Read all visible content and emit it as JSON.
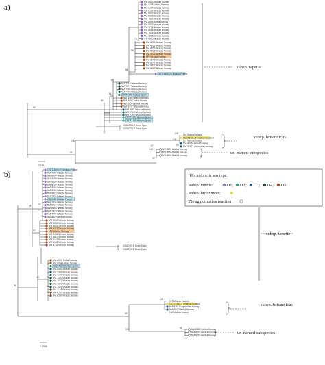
{
  "panels": [
    "a)",
    "b)"
  ],
  "colors": {
    "O1": "#8e6cc0",
    "O2": "#2a9d8f",
    "O3": "#1f5f7a",
    "O4": "#1b4332",
    "O5": "#9c4a1a",
    "britannicus": "#e8d84a",
    "highlight_blue": "#bfe3ee",
    "highlight_orange": "#f3c79a",
    "highlight_yellow": "#f6e77a"
  },
  "panel_a": {
    "scale_label": "0.001",
    "groups": {
      "tapetis_label": "subsp. tapetis",
      "britannicus_label": "subsp. britannicus",
      "unnamed_label": "un-named subspecies"
    },
    "taxa_tapetis": [
      {
        "label": "NVI-8824 Wrasse Norway",
        "serotype": "O1"
      },
      {
        "label": "NVI-8188 Halibut Norway",
        "serotype": "O1"
      },
      {
        "label": "NVI-9104 Wrasse Norway",
        "serotype": "O1"
      },
      {
        "label": "NVI-8169 Wrasse Norway",
        "serotype": "O1"
      },
      {
        "label": "NVI-8603 Wrasse Norway",
        "serotype": "O1"
      },
      {
        "label": "NVI-8598 Wrasse Norway",
        "serotype": "O1"
      },
      {
        "label": "NVI-7834 Wrasse Norway",
        "serotype": "O1"
      },
      {
        "label": "NVI-8896 Turbot Norway",
        "serotype": "O1"
      },
      {
        "label": "NVI-8828 Wrasse Norway",
        "serotype": "O1"
      },
      {
        "label": "NVI-7706 Wrasse Norway",
        "serotype": "O1"
      },
      {
        "label": "NVI-8666 Wrasse Norway",
        "serotype": "O1"
      },
      {
        "label": "NVI-7838 Wrasse Norway",
        "serotype": "O1"
      },
      {
        "label": "NVI-7878 Wrasse Norway",
        "serotype": "O1"
      },
      {
        "label": "NVI-8815 Wrasse Norway",
        "serotype": "O1"
      },
      {
        "label": "NVI-8994 Wrasse Norway",
        "serotype": "O5"
      },
      {
        "label": "NVI-8119 Wrasse Norway",
        "serotype": "O5"
      },
      {
        "label": "NVI-8156 Wrasse Norway",
        "serotype": "O5"
      },
      {
        "label": "NVI-8138 Wrasse Norway",
        "serotype": "O5"
      },
      {
        "label": "NVI-9172 Wrasse Norway",
        "serotype": "O5"
      },
      {
        "label": "LP2 Wrasse Norway",
        "serotype": "O5"
      },
      {
        "label": "NVI-8049 Wrasse Norway",
        "serotype": "O5"
      },
      {
        "label": "NVI-8741 Wrasse Norway",
        "serotype": "O5"
      },
      {
        "label": "NVI-8632 Wrasse Norway",
        "serotype": "O5"
      },
      {
        "label": "NVI-8610 Wrasse Norway",
        "serotype": "O5"
      },
      {
        "label": "CECT4600 (T) Mollusc France",
        "serotype": "O1"
      },
      {
        "label": "NVI-7303 Wrasse Norway",
        "serotype": "O4"
      },
      {
        "label": "NVI-7077 Wrasse Norway",
        "serotype": "O4"
      },
      {
        "label": "NVI-7399 Wrasse Norway",
        "serotype": "O4"
      },
      {
        "label": "NVI-7401 Wrasse Norway",
        "serotype": "O4"
      },
      {
        "label": "CECT4170 Mollusc Spain",
        "serotype": "O2"
      },
      {
        "label": "NVI-8080 Wrasse Norway",
        "serotype": "O5"
      },
      {
        "label": "NVI-8090 Turbot Norway",
        "serotype": "O5"
      },
      {
        "label": "NVI-8954 Halibut Norway",
        "serotype": "O5"
      },
      {
        "label": "NVI-8137 Wrasse Norway",
        "serotype": "O5"
      },
      {
        "label": "NVI-8581 Wrasse Norway",
        "serotype": "O3"
      },
      {
        "label": "NVI-7300 Wrasse Norway",
        "serotype": "O3"
      },
      {
        "label": "NVI-7190 Wrasse Norway",
        "serotype": "O3"
      },
      {
        "label": "CECT4170 Mollusc Spain",
        "serotype": "O2"
      },
      {
        "label": "CECT4170 Mollusc Spain",
        "serotype": "O2"
      },
      {
        "label": "C0620701R Drum Spain",
        "serotype": ""
      },
      {
        "label": "C0620701R Drum Spain",
        "serotype": ""
      }
    ],
    "taxa_britannicus": [
      {
        "label": "102 Mollusc Ireland",
        "serotype": ""
      },
      {
        "label": "CECT8161 (T) Halibut Scotland",
        "serotype": "britannicus"
      },
      {
        "label": "127 Mollusc Ireland",
        "serotype": ""
      },
      {
        "label": "NVI-8836 Halibut Norway",
        "serotype": "O3"
      },
      {
        "label": "NVI-8157 Lumpsucker Norway",
        "serotype": "O3"
      }
    ],
    "taxa_unnamed": [
      {
        "label": "NVI-8831 Halibut Norway",
        "serotype": "none"
      },
      {
        "label": "NVI-8658 Halibut Norway",
        "serotype": "none"
      },
      {
        "label": "NVI-8834 Halibut Norway",
        "serotype": "none"
      }
    ],
    "bootstraps": [
      "78",
      "98",
      "88",
      "84",
      "81",
      "80",
      "100",
      "99",
      "97",
      "97",
      "88",
      "89",
      "100",
      "100",
      "100"
    ]
  },
  "panel_b": {
    "scale_label": "0.0005",
    "legend": {
      "title_italic": "Vibrio tapetis",
      "title_rest": " serotype:",
      "row1_prefix": "subsp. ",
      "row1_italic": "tapetis",
      "row1_suffix": ":",
      "o1": "O1;",
      "o2": "O2;",
      "o3": "O3;",
      "o4": "O4;",
      "o5": "O5",
      "row2_prefix": "subsp. ",
      "row2_italic": "britannicus",
      "row2_suffix": ":",
      "row3": "No agglutination reaction:"
    },
    "groups": {
      "tapetis_label": "subsp. tapetis",
      "britannicus_label": "subsp. britannicus",
      "unnamed_label": "un-named subspecies"
    },
    "taxa_tapetis_1": [
      {
        "label": "CECT 4600 (T) Mollusc France",
        "serotype": "O1"
      },
      {
        "label": "NVI-7306 Wrasse Norway",
        "serotype": "O1"
      },
      {
        "label": "NVI-8594 Wrasse Norway",
        "serotype": "O1"
      },
      {
        "label": "NVI-8188 Wrasse Norway",
        "serotype": "O1"
      },
      {
        "label": "NVI-8896 Wrasse Norway",
        "serotype": "O1"
      },
      {
        "label": "NVI-8169 Wrasse Norway",
        "serotype": "O1"
      },
      {
        "label": "NVI-8603 Wrasse Norway",
        "serotype": "O1"
      },
      {
        "label": "NVI-9104 Wrasse Norway",
        "serotype": "O1"
      },
      {
        "label": "NVI-8828 Wrasse Norway",
        "serotype": "O1"
      },
      {
        "label": "NVI-7838 Wrasse Norway",
        "serotype": "O1"
      },
      {
        "label": "CA02450 Mollusc France",
        "serotype": "O1"
      },
      {
        "label": "NVI-7834 Wrasse Norway",
        "serotype": "O1"
      },
      {
        "label": "NVI-8824 Wrasse Norway",
        "serotype": "O1"
      },
      {
        "label": "NVI-8666 Wrasse Norway",
        "serotype": "O1"
      },
      {
        "label": "NVI-7878 Wrasse Norway",
        "serotype": "O1"
      },
      {
        "label": "NVI-7706 Wrasse Norway",
        "serotype": "O1"
      },
      {
        "label": "NVI-8829 Halibut Norway",
        "serotype": "O1"
      }
    ],
    "taxa_tapetis_2": [
      {
        "label": "NVI-8049 Wrasse Norway",
        "serotype": "O5"
      },
      {
        "label": "NVI-8994 Wrasse Norway",
        "serotype": "O5"
      },
      {
        "label": "NVI-8632 Wrasse Norway",
        "serotype": "O5"
      },
      {
        "label": "NVI-9172 Wrasse Norway",
        "serotype": "O5"
      },
      {
        "label": "LP2 Wrasse Norway",
        "serotype": "O5"
      },
      {
        "label": "NVI-8156 Wrasse Norway",
        "serotype": "O5"
      },
      {
        "label": "NVI-8610 Wrasse Norway",
        "serotype": "O5"
      },
      {
        "label": "NVI-8119 Wrasse Norway",
        "serotype": "O5"
      },
      {
        "label": "NVI-8138 Wrasse Norway",
        "serotype": "O5"
      },
      {
        "label": "NVI-8741 Wrasse Norway",
        "serotype": "O5"
      },
      {
        "label": "C0620701R Drum Spain",
        "serotype": ""
      },
      {
        "label": "C0620701R Drum Spain",
        "serotype": ""
      }
    ],
    "taxa_tapetis_3": [
      {
        "label": "NVI-8090 Turbot Norway",
        "serotype": "O5"
      },
      {
        "label": "NVI-8954 Halibut Norway",
        "serotype": "O5"
      },
      {
        "label": "CECT4169 Mollusc Spain",
        "serotype": "O2"
      },
      {
        "label": "NVI-8581 Wrasse Norway",
        "serotype": "O3"
      },
      {
        "label": "NVI-7300 Wrasse Norway",
        "serotype": "O3"
      },
      {
        "label": "NVI-7190 Wrasse Norway",
        "serotype": "O3"
      },
      {
        "label": "NVI-7303 Wrasse Norway",
        "serotype": "O4"
      },
      {
        "label": "NVI-7077 Wrasse Norway",
        "serotype": "O4"
      },
      {
        "label": "NVI-7399 Wrasse Norway",
        "serotype": "O4"
      },
      {
        "label": "NVI-7401 Wrasse Norway",
        "serotype": "O4"
      },
      {
        "label": "NVI-8105 Wrasse Norway",
        "serotype": "O4"
      },
      {
        "label": "NVI-8137 Wrasse Norway",
        "serotype": "O5"
      },
      {
        "label": "NVI-8080 Wrasse Norway",
        "serotype": "O5"
      }
    ],
    "taxa_britannicus": [
      {
        "label": "127 Mollusc Ireland",
        "serotype": ""
      },
      {
        "label": "CECT8161 (T) Halibut Scotland",
        "serotype": "britannicus"
      },
      {
        "label": "NVI-8157 Lumpsucker Norway",
        "serotype": "O3"
      },
      {
        "label": "NVI-8836 Halibut Norway",
        "serotype": "O3"
      },
      {
        "label": "102 Mollusc Ireland",
        "serotype": ""
      }
    ],
    "taxa_unnamed": [
      {
        "label": "NVI-8831 Halibut Norway",
        "serotype": "none"
      },
      {
        "label": "NVI-8834 Halibut Norway",
        "serotype": "none"
      },
      {
        "label": "NVI-8658 Halibut Norway",
        "serotype": "none"
      }
    ],
    "bootstraps": [
      "99",
      "95",
      "92",
      "100",
      "86",
      "83",
      "100",
      "99",
      "100"
    ]
  }
}
